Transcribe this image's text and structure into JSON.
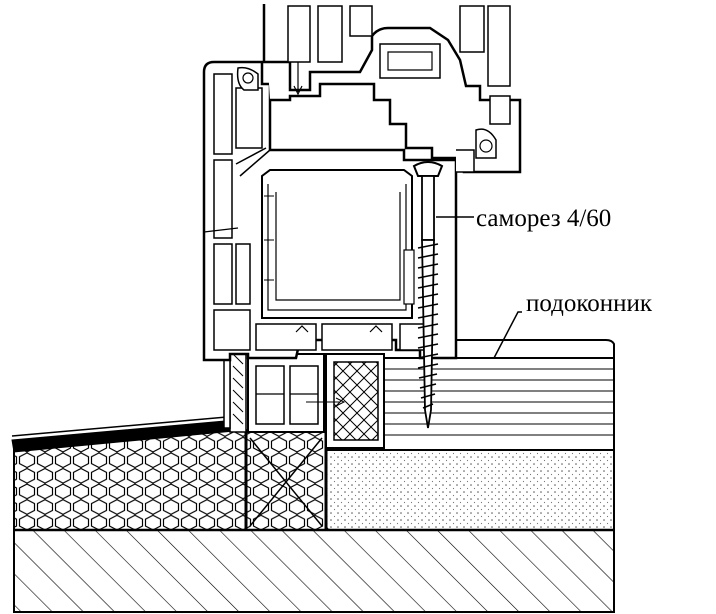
{
  "labels": {
    "screw": "саморез 4/60",
    "sill": "подоконник"
  },
  "colors": {
    "ink": "#000000",
    "paper": "#ffffff",
    "foam_dots": "#555555"
  },
  "icons": {
    "screw": "self-tapping-screw-icon",
    "foam": "hexagon-insulation-pattern",
    "wall": "diagonal-hatch-pattern",
    "sill_board": "horizontal-line-pattern"
  }
}
